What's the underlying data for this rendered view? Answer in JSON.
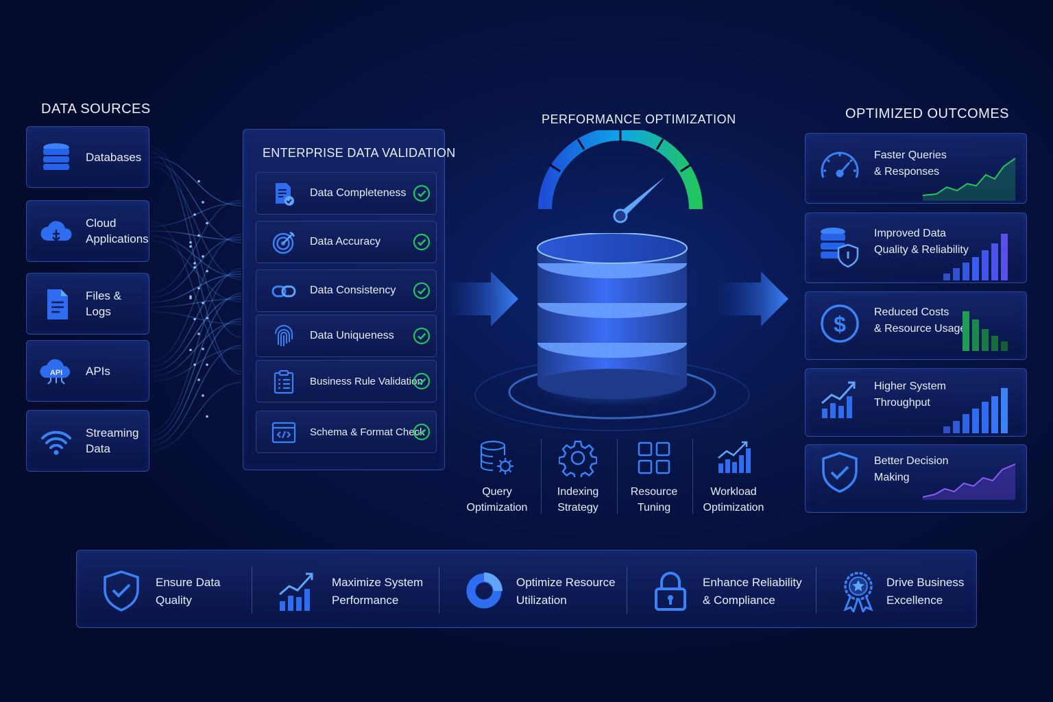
{
  "titles": {
    "sources": "Data Sources",
    "validation": "Enterprise Data Validation",
    "performance": "Performance Optimization",
    "outcomes": "Optimized Outcomes"
  },
  "sources": [
    {
      "label": "Databases",
      "icon": "database-icon"
    },
    {
      "label": "Cloud\nApplications",
      "icon": "cloud-icon"
    },
    {
      "label": "Files & Logs",
      "icon": "file-icon"
    },
    {
      "label": "APIs",
      "icon": "api-cloud-icon"
    },
    {
      "label": "Streaming\nData",
      "icon": "wifi-icon"
    }
  ],
  "validation": [
    {
      "label": "Data Completeness",
      "icon": "document-check-icon"
    },
    {
      "label": "Data Accuracy",
      "icon": "target-icon"
    },
    {
      "label": "Data Consistency",
      "icon": "link-icon"
    },
    {
      "label": "Data Uniqueness",
      "icon": "fingerprint-icon"
    },
    {
      "label": "Business Rule Validation",
      "icon": "clipboard-icon"
    },
    {
      "label": "Schema & Format Check",
      "icon": "code-window-icon"
    }
  ],
  "optimizations": [
    {
      "label": "Query\nOptimization",
      "icon": "database-gear-icon"
    },
    {
      "label": "Indexing\nStrategy",
      "icon": "gear-icon"
    },
    {
      "label": "Resource\nTuning",
      "icon": "grid-icon"
    },
    {
      "label": "Workload\nOptimization",
      "icon": "bar-trend-icon"
    }
  ],
  "outcomes": [
    {
      "label": "Faster Queries\n& Responses",
      "icon": "speedometer-icon",
      "chart": "line",
      "color": "#22c55e"
    },
    {
      "label": "Improved Data\nQuality & Reliability",
      "icon": "database-shield-icon",
      "chart": "bars-up",
      "color": "#3b6cf5"
    },
    {
      "label": "Reduced Costs\n& Resource Usage",
      "icon": "dollar-icon",
      "chart": "bars-down",
      "color": "#1f9d55"
    },
    {
      "label": "Higher System\nThroughput",
      "icon": "growth-chart-icon",
      "chart": "bars-up",
      "color": "#2f6df0"
    },
    {
      "label": "Better Decision\nMaking",
      "icon": "shield-check-icon",
      "chart": "line",
      "color": "#7c4dff"
    }
  ],
  "benefits": [
    {
      "label": "Ensure Data\nQuality",
      "icon": "shield-check-icon"
    },
    {
      "label": "Maximize System\nPerformance",
      "icon": "growth-chart-icon"
    },
    {
      "label": "Optimize Resource\nUtilization",
      "icon": "donut-icon"
    },
    {
      "label": "Enhance Reliability\n& Compliance",
      "icon": "lock-icon"
    },
    {
      "label": "Drive Business\nExcellence",
      "icon": "award-icon"
    }
  ],
  "colors": {
    "accent": "#3b82f6",
    "check": "#22c55e",
    "gauge_start": "#1d4ed8",
    "gauge_end": "#22c55e"
  }
}
